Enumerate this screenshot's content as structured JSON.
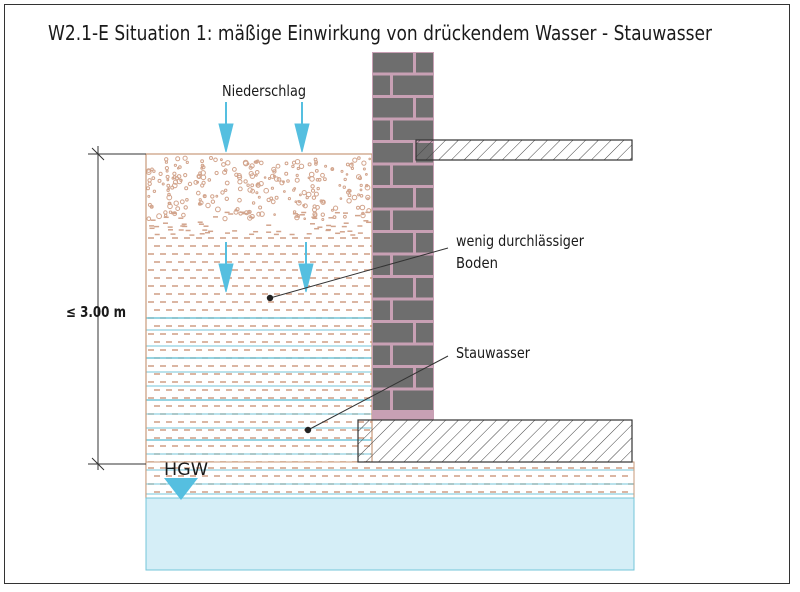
{
  "title": "W2.1-E Situation 1: mäßige Einwirkung von drückendem Wasser - Stauwasser",
  "labels": {
    "precipitation": "Niederschlag",
    "soil_line1": "wenig durchlässiger",
    "soil_line2": "Boden",
    "perched_water": "Stauwasser",
    "height": "≤ 3.00 m",
    "groundwater": "HGW"
  },
  "colors": {
    "soil_border": "#c79a7a",
    "soil_dash": "#d2a48c",
    "water_line": "#74c6d8",
    "water_fill": "#d5eef7",
    "arrow": "#55bfe0",
    "brick": "#6e6e6e",
    "mortar": "#c8a0b4",
    "concrete_hatch": "#444444"
  },
  "icons": [
    "down-arrow-icon",
    "leader-dot-icon"
  ]
}
